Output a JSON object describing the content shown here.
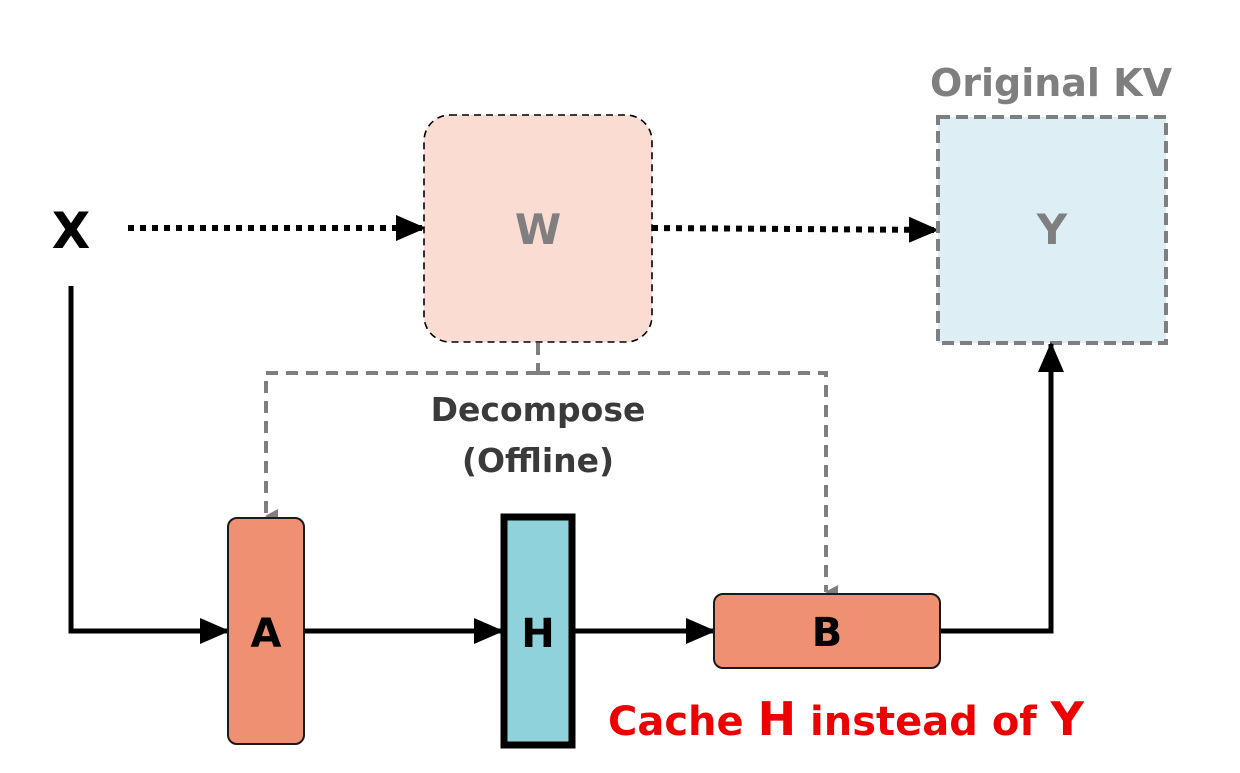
{
  "diagram": {
    "input_label": "X",
    "weight_label": "W",
    "output_label": "Y",
    "original_kv_label": "Original KV",
    "decompose_line1": "Decompose",
    "decompose_line2": "(Offline)",
    "factor_a_label": "A",
    "hidden_label": "H",
    "factor_b_label": "B",
    "caption": {
      "part1": "Cache ",
      "h": "H",
      "part2": " instead of ",
      "y": "Y"
    }
  },
  "colors": {
    "weight_fill": "#fadcd3",
    "kv_fill": "#ddeff4",
    "factor_fill": "#f09073",
    "hidden_fill": "#8fd2dc",
    "gray": "#7f7f7f",
    "dark_text": "#3a3a3a",
    "black": "#000000",
    "caption_red": "#ee0000"
  }
}
